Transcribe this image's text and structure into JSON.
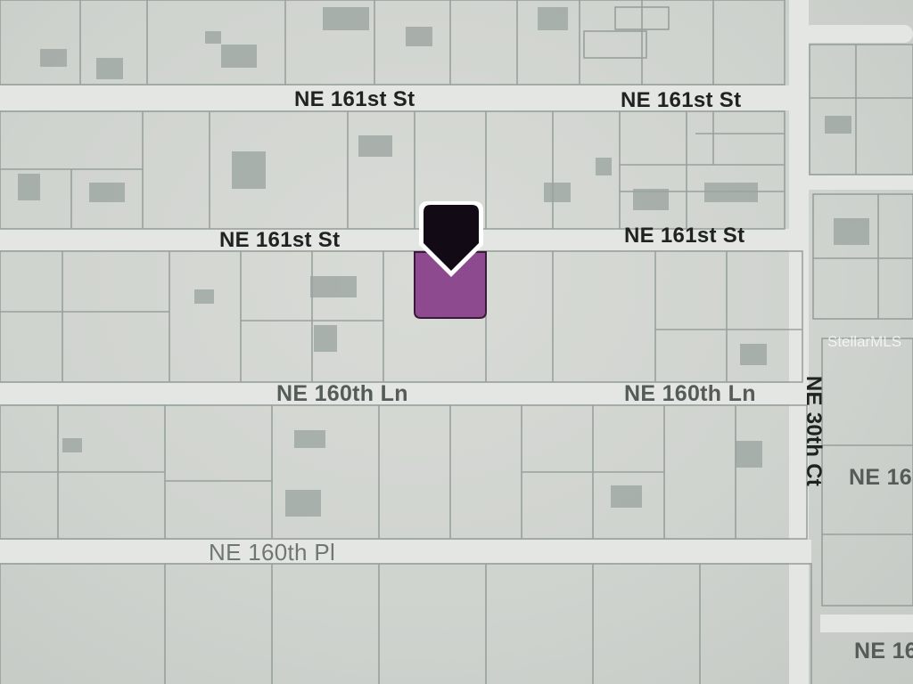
{
  "map": {
    "streets": {
      "ne161_upper_left": "NE 161st St",
      "ne161_upper_right": "NE 161st St",
      "ne161_lower_left": "NE 161st St",
      "ne161_lower_right": "NE 161st St",
      "ne160ln_left": "NE 160th Ln",
      "ne160ln_right": "NE 160th Ln",
      "ne30ct": "NE 30th Ct",
      "ne160pl": "NE 160th Pl",
      "ne16_right_mid": "NE 16",
      "ne_right_bottom": "NE 16"
    },
    "marker_icon": "location-pin-icon",
    "watermark": "StellarMLS",
    "colors": {
      "pin_top": "#120a14",
      "pin_bottom": "#8e4a8f",
      "road": "#e2e5e1",
      "parcel_line": "#8d9893",
      "building": "#9aa39f"
    }
  }
}
